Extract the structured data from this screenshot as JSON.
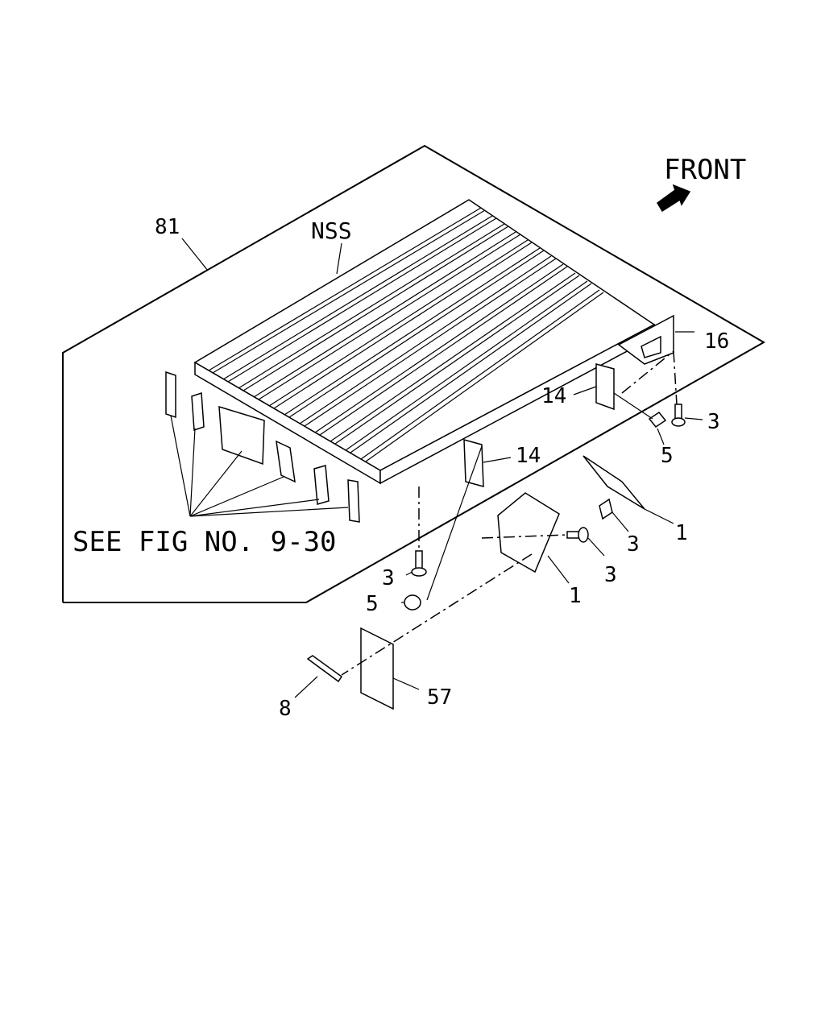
{
  "diagram": {
    "front_label": "FRONT",
    "see_fig_label": "SEE FIG NO. 9-30",
    "callouts": {
      "assembly": "81",
      "nss": "NSS",
      "plate_16": "16",
      "bracket_14_upper": "14",
      "bracket_14_lower": "14",
      "bolt_3_right_top": "3",
      "nut_5_right": "5",
      "bolt_3_mid_upper": "3",
      "bolt_3_mid_lower": "3",
      "guard_1_right": "1",
      "guard_1_left": "1",
      "bolt_3_left": "3",
      "nut_5_left": "5",
      "reflector_8": "8",
      "mudflap_57": "57"
    }
  }
}
